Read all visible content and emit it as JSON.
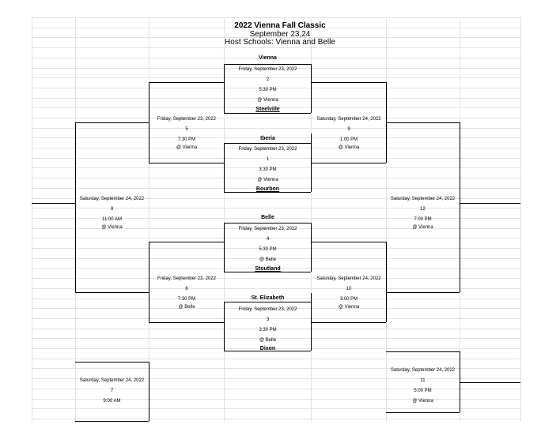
{
  "header": {
    "title": "2022 Vienna Fall Classic",
    "dates": "September 23,24",
    "hosts": "Host Schools: Vienna and Belle"
  },
  "teams": {
    "vienna": "Vienna",
    "steelville": "Steelville",
    "iberia": "Iberia",
    "bourbon": "Bourbon",
    "belle": "Belle",
    "stoutland": "Stoutland",
    "st_elizabeth": "St. Elizabeth",
    "dixon": "Dixon"
  },
  "games": {
    "g2": {
      "date": "Friday, September 23, 2022",
      "num": "2",
      "time": "5:30 PM",
      "loc": "@ Vienna"
    },
    "g1": {
      "date": "Friday, September 23, 2022",
      "num": "1",
      "time": "3:30 PM",
      "loc": "@ Vienna"
    },
    "g4": {
      "date": "Friday, September 23, 2022",
      "num": "4",
      "time": "5:30 PM",
      "loc": "@ Belle"
    },
    "g3": {
      "date": "Friday, September 23, 2022",
      "num": "3",
      "time": "3:30 PM",
      "loc": "@ Belle"
    },
    "g5": {
      "date": "Friday, September 23, 2022",
      "num": "5",
      "time": "7:30 PM",
      "loc": "@ Vienna"
    },
    "g6": {
      "date": "Friday, September 23, 2022",
      "num": "6",
      "time": "7:30 PM",
      "loc": "@ Belle"
    },
    "g9": {
      "date": "Saturday, September 24, 2022",
      "num": "9",
      "time": "1:00 PM",
      "loc": "@ Vienna"
    },
    "g10": {
      "date": "Saturday, September 24, 2022",
      "num": "10",
      "time": "3:00 PM",
      "loc": "@ Vienna"
    },
    "g8": {
      "date": "Saturday, September 24, 2022",
      "num": "8",
      "time": "11:00 AM",
      "loc": "@ Vienna"
    },
    "g12": {
      "date": "Saturday, September 24, 2022",
      "num": "12",
      "time": "7:00 PM",
      "loc": "@ Vienna"
    },
    "g7": {
      "date": "Saturday, September 24, 2022",
      "num": "7",
      "time": "9:00 AM"
    },
    "g11": {
      "date": "Saturday, September 24, 2022",
      "num": "11",
      "time": "5:00 PM",
      "loc": "@ Vienna"
    }
  }
}
